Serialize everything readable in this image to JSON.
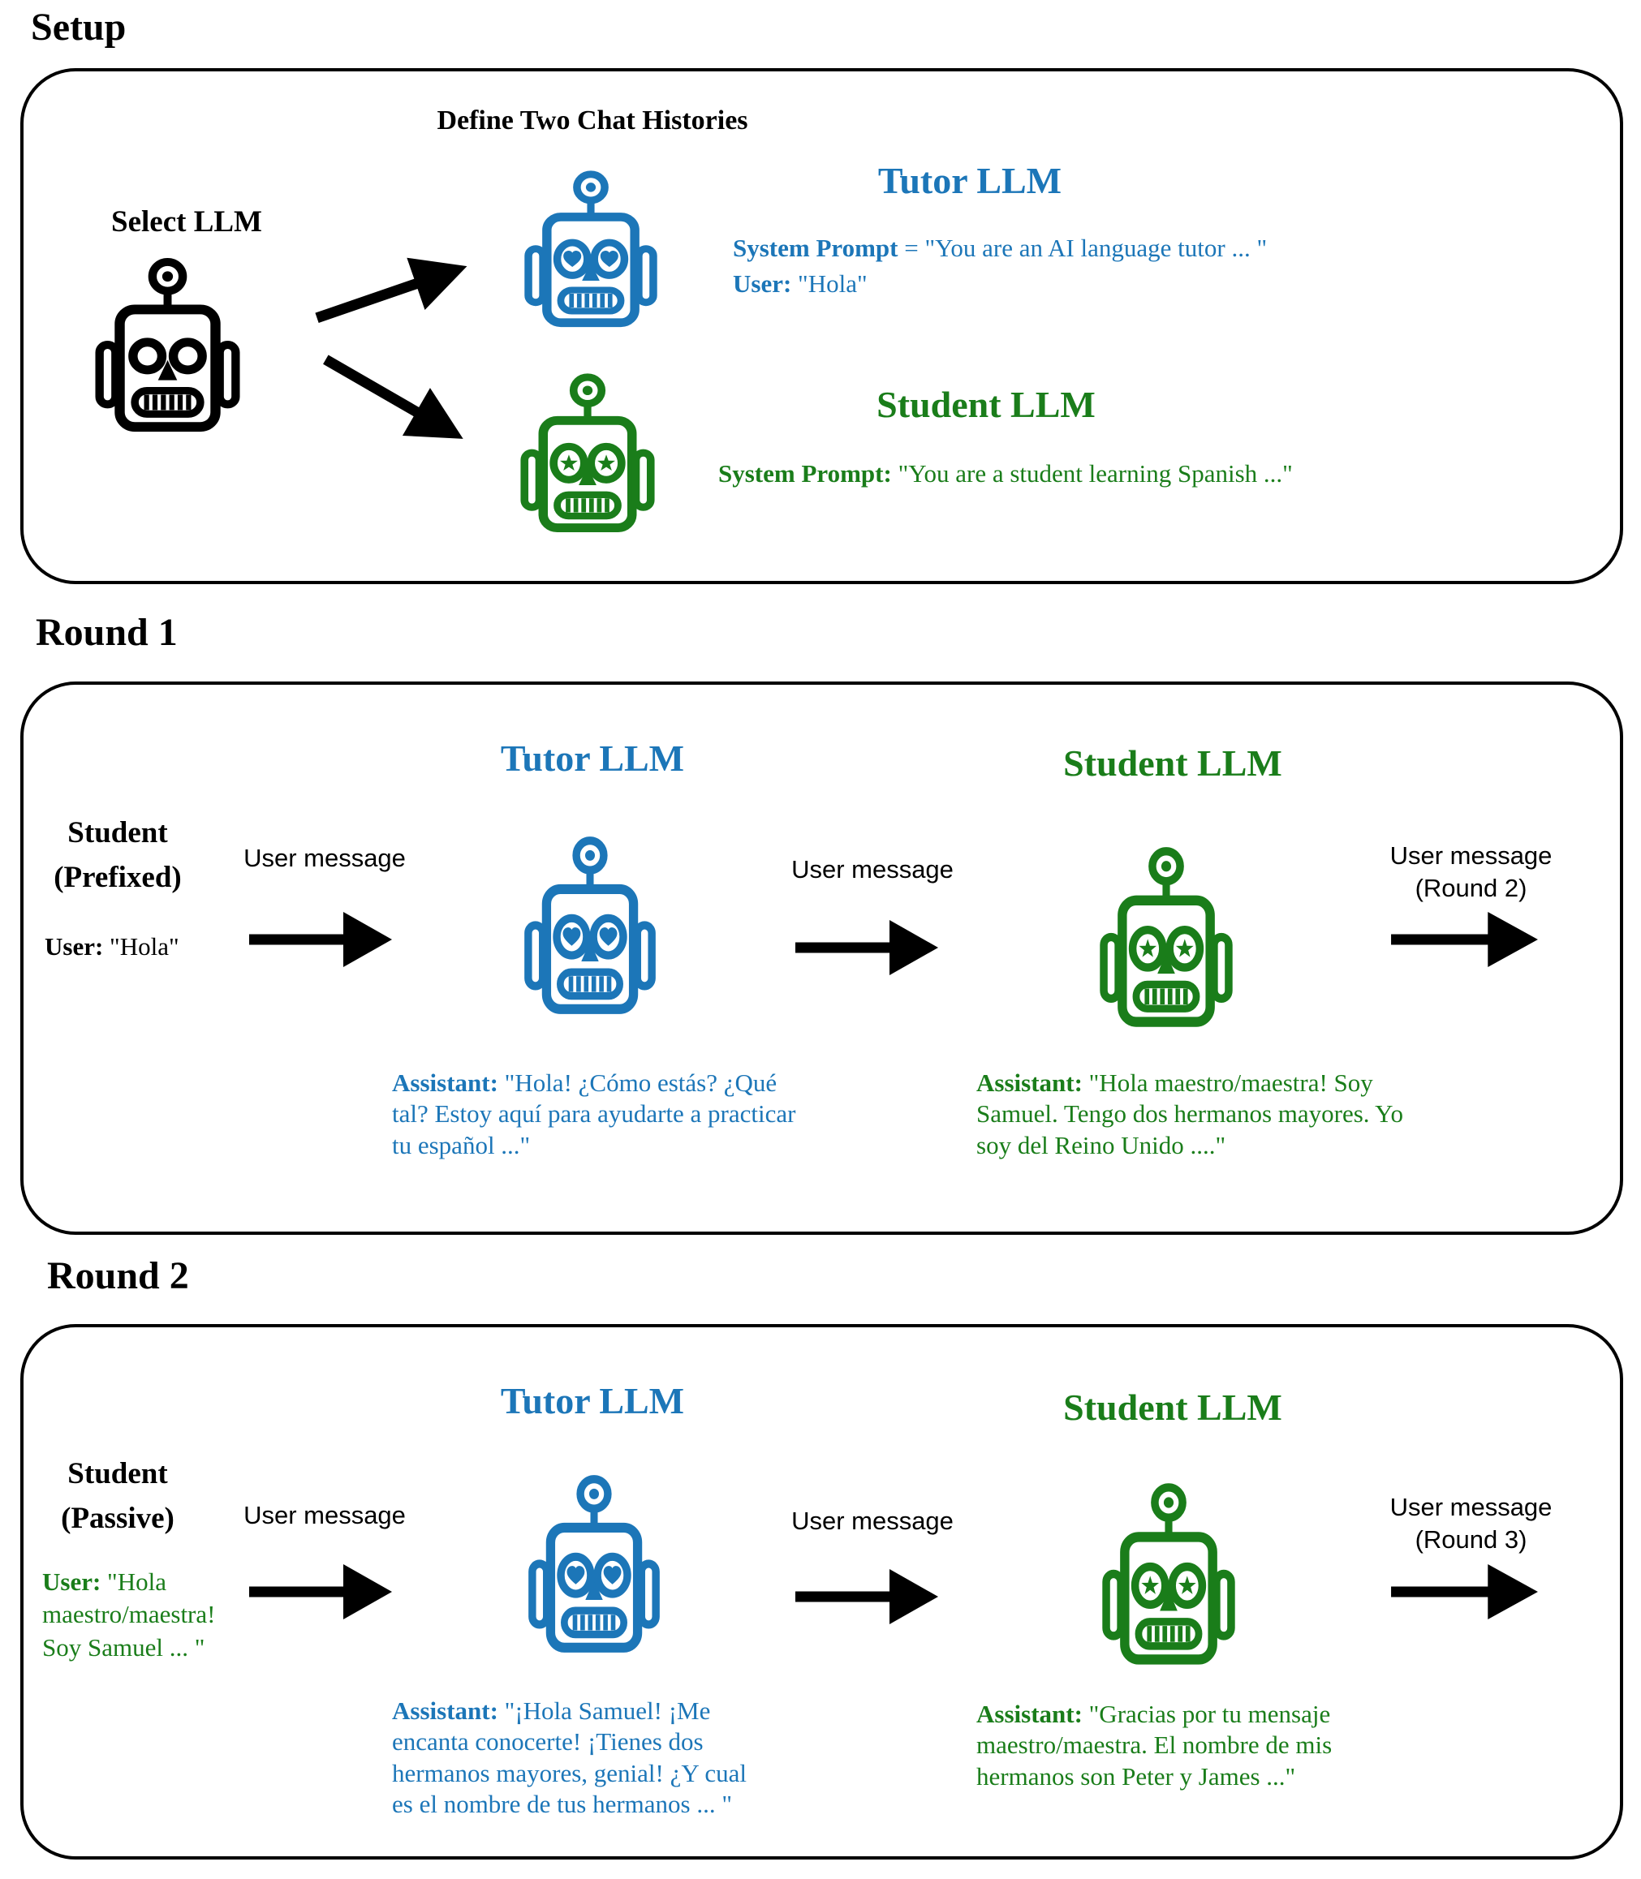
{
  "colors": {
    "tutor_blue": "#1c76b8",
    "student_green": "#1a7d1a",
    "ink": "#000000"
  },
  "setup": {
    "heading": "Setup",
    "define_label": "Define Two Chat Histories",
    "select_label": "Select LLM",
    "tutor": {
      "title": "Tutor LLM",
      "system_prompt_label": "System Prompt",
      "system_prompt_value": " = \"You are an AI language tutor ... \"",
      "user_label": "User:",
      "user_value": " \"Hola\""
    },
    "student": {
      "title": "Student LLM",
      "system_prompt_label": "System Prompt:",
      "system_prompt_value": " \"You are a student learning Spanish ...\""
    }
  },
  "round1": {
    "heading": "Round 1",
    "tutor_title": "Tutor LLM",
    "student_title": "Student LLM",
    "left_role_line1": "Student",
    "left_role_line2": "(Prefixed)",
    "left_user_label": "User:",
    "left_user_value": " \"Hola\"",
    "arrow1_label": "User message",
    "arrow2_label": "User message",
    "arrow3_label_line1": "User message",
    "arrow3_label_line2": "(Round 2)",
    "tutor_assistant_label": "Assistant:",
    "tutor_assistant_text": " \"Hola! ¿Cómo estás? ¿Qué tal? Estoy aquí para ayudarte a practicar tu español ...\"",
    "student_assistant_label": "Assistant:",
    "student_assistant_text": " \"Hola maestro/maestra! Soy Samuel. Tengo dos hermanos mayores. Yo soy del Reino Unido ....\""
  },
  "round2": {
    "heading": "Round 2",
    "tutor_title": "Tutor LLM",
    "student_title": "Student LLM",
    "left_role_line1": "Student",
    "left_role_line2": "(Passive)",
    "left_user_label": "User:",
    "left_user_value": " \"Hola maestro/maestra! Soy Samuel ... \"",
    "arrow1_label": "User message",
    "arrow2_label": "User message",
    "arrow3_label_line1": "User message",
    "arrow3_label_line2": "(Round 3)",
    "tutor_assistant_label": "Assistant:",
    "tutor_assistant_text": " \"¡Hola Samuel! ¡Me encanta conocerte! ¡Tienes dos hermanos mayores, genial! ¿Y cual es el nombre de tus hermanos ... \"",
    "student_assistant_label": "Assistant:",
    "student_assistant_text": " \"Gracias por tu mensaje maestro/maestra. El nombre de mis hermanos son Peter y James ...\""
  }
}
